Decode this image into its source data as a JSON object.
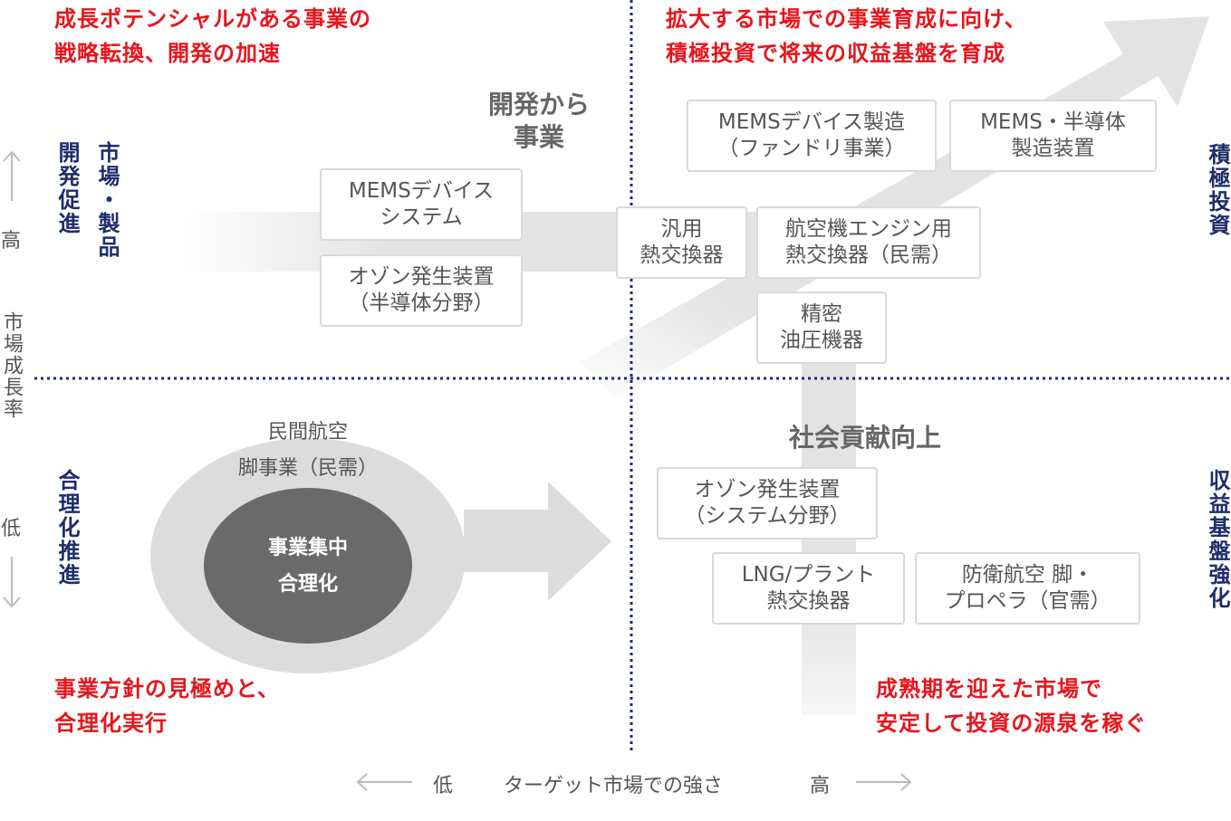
{
  "quadrants": {
    "top_left_title": [
      "成長ポテンシャルがある事業の",
      "戦略転換、開発の加速"
    ],
    "top_right_title": [
      "拡大する市場での事業育成に向け、",
      "積極投資で将来の収益基盤を育成"
    ],
    "bottom_left_title": [
      "事業方針の見極めと、",
      "合理化実行"
    ],
    "bottom_right_title": [
      "成熟期を迎えた市場で",
      "安定して投資の源泉を稼ぐ"
    ]
  },
  "side_labels": {
    "left_top_col1": "開発促進",
    "left_top_col2": "市場・製品",
    "left_bottom": "合理化推進",
    "right_top": "積極投資",
    "right_bottom": "収益基盤強化"
  },
  "y_axis": {
    "high": "高",
    "label": "市場成長率",
    "low": "低"
  },
  "x_axis": {
    "low": "低",
    "label": "ターゲット市場での強さ",
    "high": "高"
  },
  "headings": {
    "dev_to_business": "開発から\n事業",
    "social_contribution": "社会貢献向上"
  },
  "boxes": {
    "mems_system": "MEMSデバイス\nシステム",
    "ozone_semiconductor": "オゾン発生装置\n（半導体分野）",
    "mems_foundry": "MEMSデバイス製造\n（ファンドリ事業）",
    "mems_equipment": "MEMS・半導体\n製造装置",
    "general_heat": "汎用\n熱交換器",
    "aircraft_heat": "航空機エンジン用\n熱交換器（民需）",
    "precision_hydraulic": "精密\n油圧機器",
    "ozone_system": "オゾン発生装置\n（システム分野）",
    "lng_heat": "LNG/プラント\n熱交換器",
    "defense_landing": "防衛航空 脚・\nプロペラ（官需）"
  },
  "circles": {
    "outer": [
      "民間航空",
      "脚事業（民需）"
    ],
    "inner": [
      "事業集中",
      "合理化"
    ]
  },
  "colors": {
    "red": "#e8141b",
    "navy": "#1f2d6b",
    "arrow_gray": "#e3e3e3",
    "dark_circle": "#6a6a6a",
    "outer_circle": "#dcdcdc",
    "dotted_line": "#1f2d6b"
  }
}
